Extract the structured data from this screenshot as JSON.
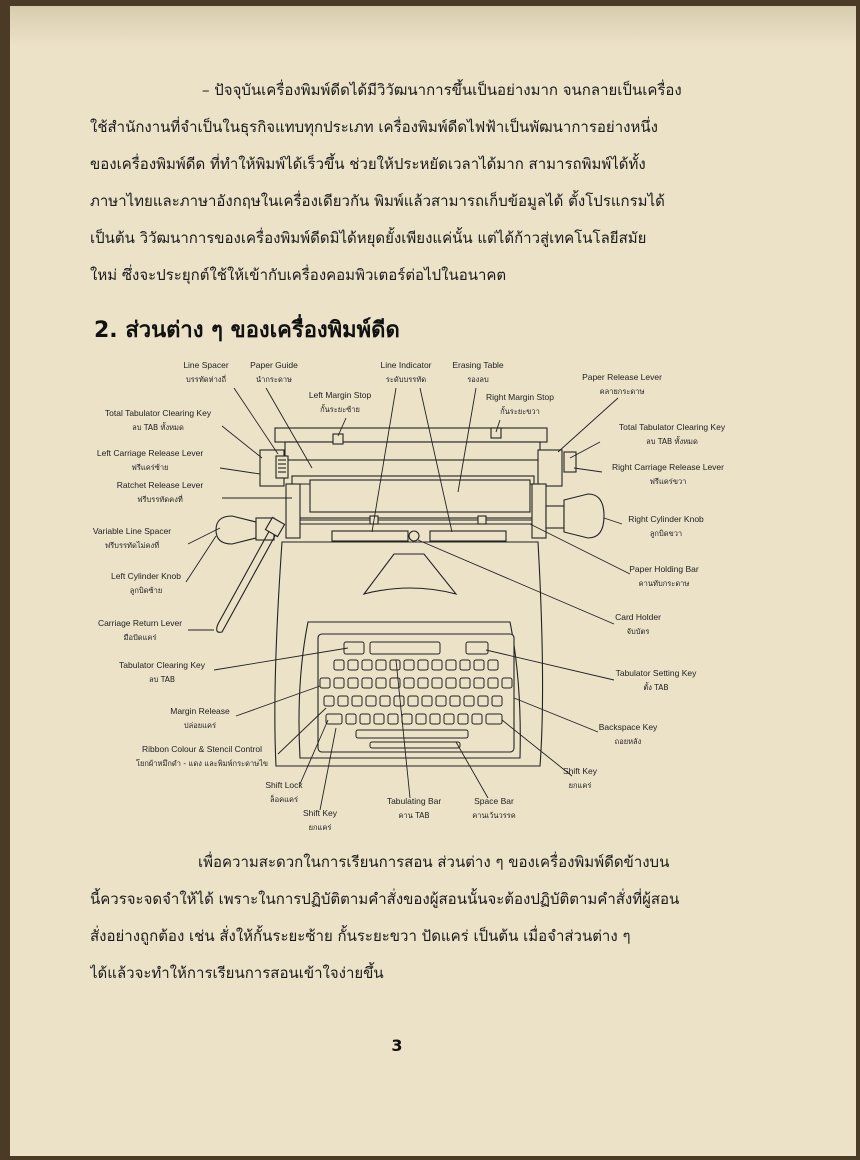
{
  "intro_lines": [
    "– ปัจจุบันเครื่องพิมพ์ดีดได้มีวิวัฒนาการขึ้นเป็นอย่างมาก จนกลายเป็นเครื่อง",
    "ใช้สำนักงานที่จำเป็นในธุรกิจแทบทุกประเภท เครื่องพิมพ์ดีดไฟฟ้าเป็นพัฒนาการอย่างหนึ่ง",
    "ของเครื่องพิมพ์ดีด ที่ทำให้พิมพ์ได้เร็วขึ้น ช่วยให้ประหยัดเวลาได้มาก สามารถพิมพ์ได้ทั้ง",
    "ภาษาไทยและภาษาอังกฤษในเครื่องเดียวกัน พิมพ์แล้วสามารถเก็บข้อมูลได้ ตั้งโปรแกรมได้",
    "เป็นต้น วิวัฒนาการของเครื่องพิมพ์ดีดมิได้หยุดยั้งเพียงแค่นั้น แต่ได้ก้าวสู่เทคโนโลยีสมัย",
    "ใหม่ ซึ่งจะประยุกต์ใช้ให้เข้ากับเครื่องคอมพิวเตอร์ต่อไปในอนาคต"
  ],
  "heading": "2. ส่วนต่าง ๆ ของเครื่องพิมพ์ดีด",
  "diagram_labels": {
    "line_spacer": {
      "en": "Line Spacer",
      "th": "บรรทัดห่างถี่"
    },
    "paper_guide": {
      "en": "Paper Guide",
      "th": "นำกระดาษ"
    },
    "line_indicator": {
      "en": "Line Indicator",
      "th": "ระดับบรรทัด"
    },
    "erasing_table": {
      "en": "Erasing Table",
      "th": "รองลบ"
    },
    "left_margin_stop": {
      "en": "Left Margin Stop",
      "th": "กั้นระยะซ้าย"
    },
    "right_margin_stop": {
      "en": "Right Margin Stop",
      "th": "กั้นระยะขวา"
    },
    "paper_release_lever": {
      "en": "Paper Release Lever",
      "th": "คลายกระดาษ"
    },
    "total_tab_clear_left": {
      "en": "Total Tabulator Clearing Key",
      "th": "ลบ TAB ทั้งหมด"
    },
    "total_tab_clear_right": {
      "en": "Total Tabulator Clearing Key",
      "th": "ลบ TAB ทั้งหมด"
    },
    "left_carriage_release": {
      "en": "Left Carriage Release Lever",
      "th": "ฟรีแคร่ซ้าย"
    },
    "right_carriage_release": {
      "en": "Right Carriage Release Lever",
      "th": "ฟรีแคร่ขวา"
    },
    "ratchet_release": {
      "en": "Ratchet Release Lever",
      "th": "ฟรีบรรทัดคงที่"
    },
    "variable_line_spacer": {
      "en": "Variable Line Spacer",
      "th": "ฟรีบรรทัดไม่คงที่"
    },
    "left_cylinder_knob": {
      "en": "Left Cylinder Knob",
      "th": "ลูกบิดซ้าย"
    },
    "right_cylinder_knob": {
      "en": "Right Cylinder Knob",
      "th": "ลูกบิดขวา"
    },
    "paper_holding_bar": {
      "en": "Paper Holding Bar",
      "th": "คานทับกระดาษ"
    },
    "card_holder": {
      "en": "Card Holder",
      "th": "จับบัตร"
    },
    "carriage_return_lever": {
      "en": "Carriage Return Lever",
      "th": "มือปัดแคร่"
    },
    "tabulator_clearing_key": {
      "en": "Tabulator Clearing Key",
      "th": "ลบ TAB"
    },
    "tabulator_setting_key": {
      "en": "Tabulator Setting Key",
      "th": "ตั้ง TAB"
    },
    "margin_release": {
      "en": "Margin Release",
      "th": "ปล่อยแคร่"
    },
    "backspace_key": {
      "en": "Backspace Key",
      "th": "ถอยหลัง"
    },
    "ribbon_colour": {
      "en": "Ribbon Colour & Stencil Control",
      "th": "โยกผ้าหมึกดำ - แดง และพิมพ์กระดาษไข"
    },
    "shift_key_right": {
      "en": "Shift Key",
      "th": "ยกแคร่"
    },
    "shift_lock": {
      "en": "Shift Lock",
      "th": "ล็อคแคร่"
    },
    "shift_key_left": {
      "en": "Shift Key",
      "th": "ยกแคร่"
    },
    "tabulating_bar": {
      "en": "Tabulating Bar",
      "th": "คาน TAB"
    },
    "space_bar": {
      "en": "Space Bar",
      "th": "คานเว้นวรรค"
    }
  },
  "outro_lines": [
    "เพื่อความสะดวกในการเรียนการสอน ส่วนต่าง ๆ ของเครื่องพิมพ์ดีดข้างบน",
    "นี้ควรจะจดจำให้ได้ เพราะในการปฏิบัติตามคำสั่งของผู้สอนนั้นจะต้องปฏิบัติตามคำสั่งที่ผู้สอน",
    "สั่งอย่างถูกต้อง เช่น สั่งให้กั้นระยะซ้าย กั้นระยะขวา ปัดแคร่ เป็นต้น เมื่อจำส่วนต่าง ๆ",
    "ได้แล้วจะทำให้การเรียนการสอนเข้าใจง่ายขึ้น"
  ],
  "page_number": "3"
}
